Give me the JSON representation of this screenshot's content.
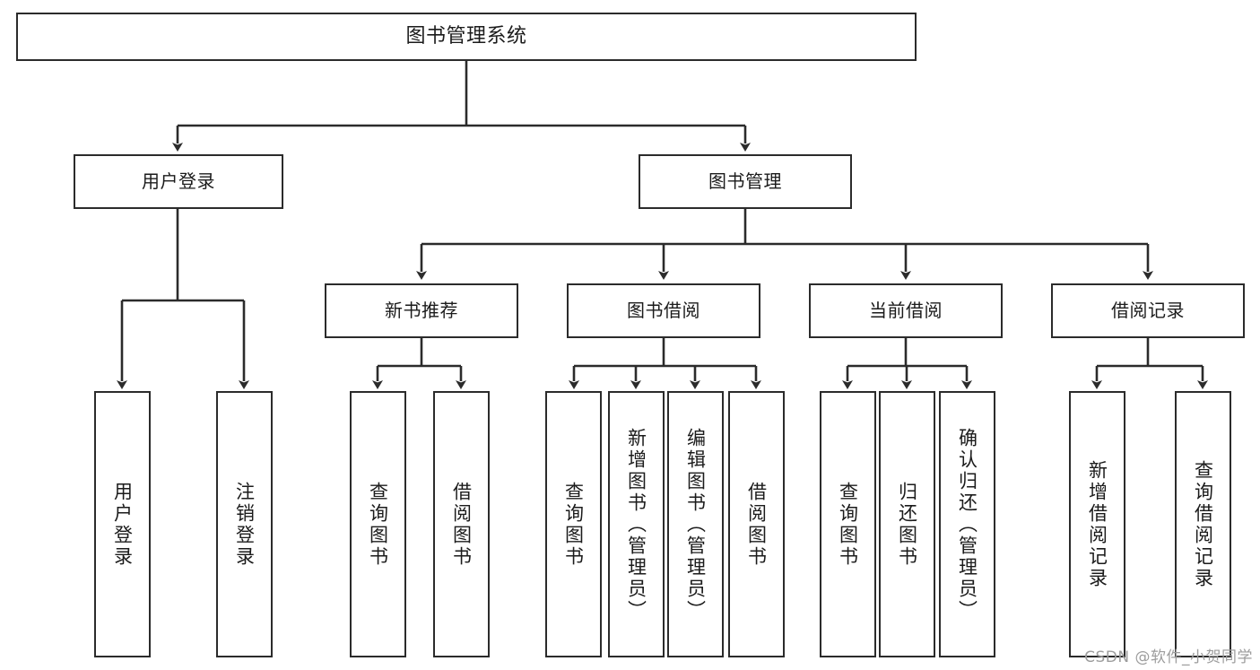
{
  "diagram": {
    "title": "图书管理系统",
    "type": "tree",
    "watermark": "CSDN @软件_小贺同学",
    "colors": {
      "border": "#2b2b2b",
      "background": "#ffffff",
      "text": "#1b1b1b",
      "watermark": "#9d9d9d"
    },
    "root": {
      "label": "图书管理系统"
    },
    "level2": [
      {
        "label": "用户登录"
      },
      {
        "label": "图书管理"
      }
    ],
    "level3": [
      {
        "label": "新书推荐"
      },
      {
        "label": "图书借阅"
      },
      {
        "label": "当前借阅"
      },
      {
        "label": "借阅记录"
      }
    ],
    "leaves": {
      "user_login": [
        {
          "label": "用户登录"
        },
        {
          "label": "注销登录"
        }
      ],
      "new_book_recommend": [
        {
          "label": "查询图书"
        },
        {
          "label": "借阅图书"
        }
      ],
      "book_borrow": [
        {
          "label": "查询图书"
        },
        {
          "label": "新增图书（管理员）"
        },
        {
          "label": "编辑图书（管理员）"
        },
        {
          "label": "借阅图书"
        }
      ],
      "current_borrow": [
        {
          "label": "查询图书"
        },
        {
          "label": "归还图书"
        },
        {
          "label": "确认归还（管理员）"
        }
      ],
      "borrow_record": [
        {
          "label": "新增借阅记录"
        },
        {
          "label": "查询借阅记录"
        }
      ]
    }
  }
}
